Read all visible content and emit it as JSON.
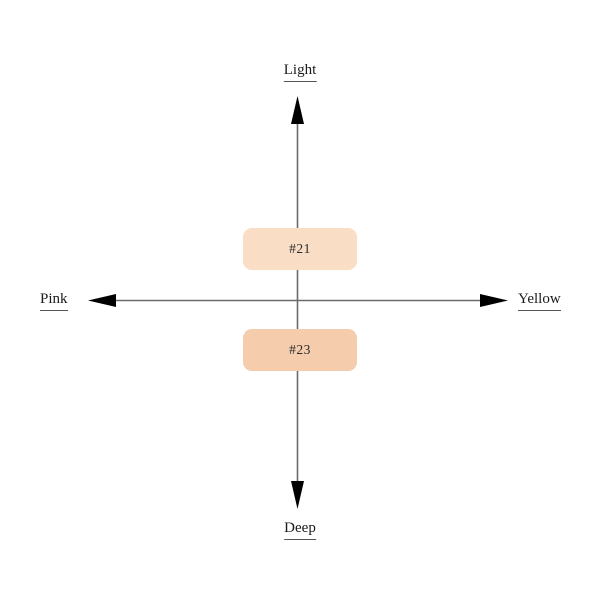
{
  "diagram": {
    "type": "two-axis-perceptual-map",
    "background_color": "#ffffff",
    "axis_color": "#6b6b6b",
    "arrowhead_color": "#000000",
    "label_color": "#1a1a1a",
    "axes": {
      "vertical": {
        "top_label": "Light",
        "bottom_label": "Deep"
      },
      "horizontal": {
        "left_label": "Pink",
        "right_label": "Yellow"
      }
    },
    "swatches": [
      {
        "label": "#21",
        "color": "#f9ddc5",
        "axis_position": "upper",
        "quadrant": "above-center"
      },
      {
        "label": "#23",
        "color": "#f5cdac",
        "axis_position": "lower",
        "quadrant": "below-center"
      }
    ]
  }
}
